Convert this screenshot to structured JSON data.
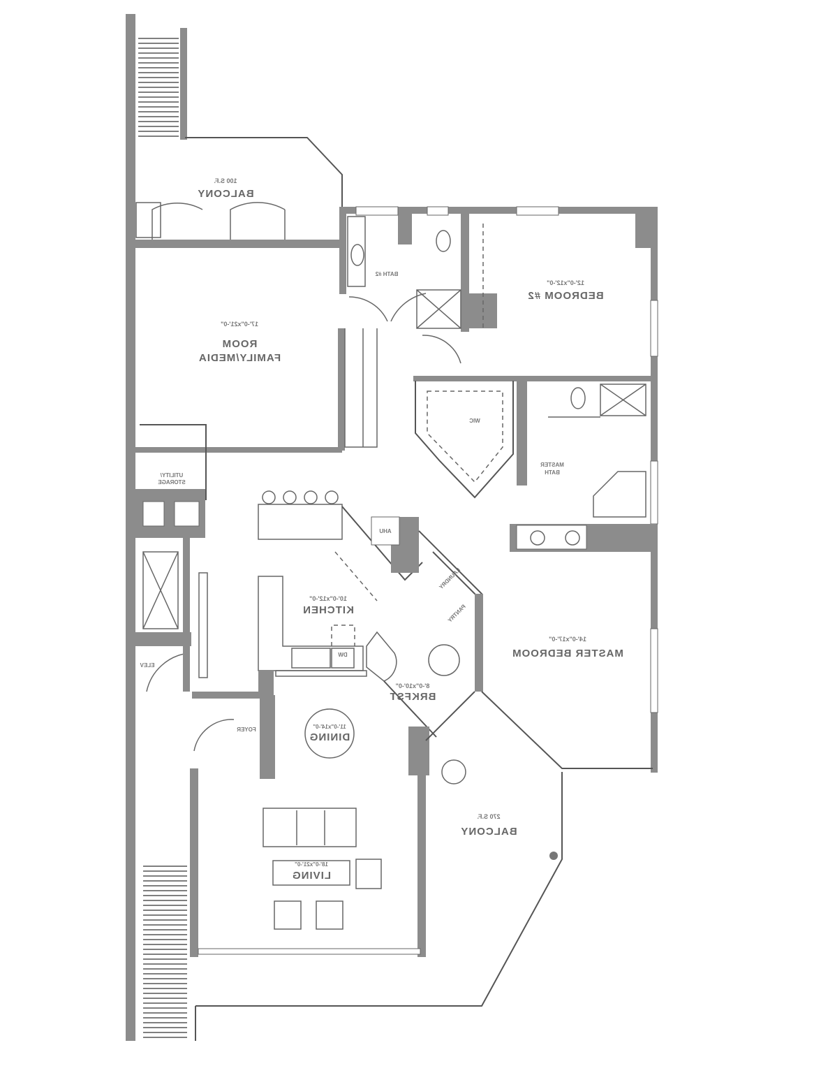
{
  "floor_plan": {
    "mirrored": true,
    "wall_color": "#8c8c8c",
    "rooms": [
      {
        "id": "balcony-upper",
        "label": "BALCONY",
        "area": "100 S.F."
      },
      {
        "id": "family",
        "label": "FAMILY/MEDIA",
        "label2": "ROOM",
        "dims": "17'-0\"x21'-0\""
      },
      {
        "id": "bath2",
        "label": "BATH #2"
      },
      {
        "id": "bedroom2",
        "label": "BEDROOM #2",
        "dims": "12'-0\"x12'-0\""
      },
      {
        "id": "wic",
        "label": "WIC"
      },
      {
        "id": "master-bath",
        "label": "MASTER",
        "label2": "BATH"
      },
      {
        "id": "utility",
        "label": "UTILITY/",
        "label2": "STORAGE"
      },
      {
        "id": "ahu",
        "label": "AHU"
      },
      {
        "id": "kitchen",
        "label": "KITCHEN",
        "dims": "10'-0\"x12'-0\""
      },
      {
        "id": "dw",
        "label": "DW"
      },
      {
        "id": "laundry",
        "label": "LAUNDRY"
      },
      {
        "id": "pantry",
        "label": "PANTRY"
      },
      {
        "id": "master-bedroom",
        "label": "MASTER BEDROOM",
        "dims": "14'-0\"x17'-0\""
      },
      {
        "id": "brkfst",
        "label": "BRKFST",
        "dims": "8'-0\"x10'-0\""
      },
      {
        "id": "dining",
        "label": "DINING",
        "dims": "11'-0\"x14'-0\""
      },
      {
        "id": "foyer",
        "label": "FOYER"
      },
      {
        "id": "elev",
        "label": "ELEV"
      },
      {
        "id": "living",
        "label": "LIVING",
        "dims": "18'-0\"x21'-0\""
      },
      {
        "id": "balcony-lower",
        "label": "BALCONY",
        "area": "270 S.F."
      }
    ]
  }
}
